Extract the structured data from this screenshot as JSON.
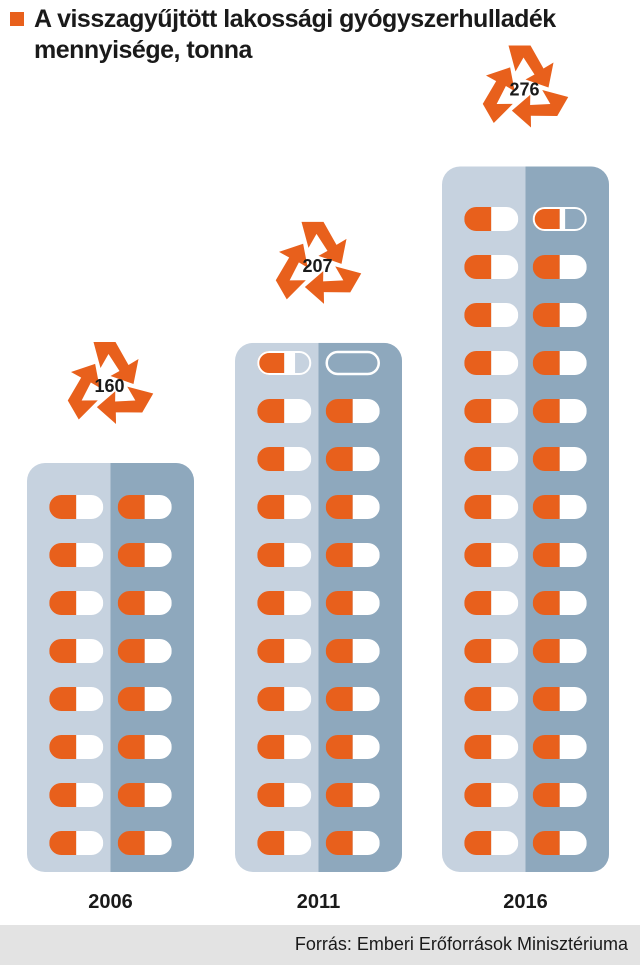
{
  "title": "A visszagyűjtött lakossági gyógyszerhulladék mennyisége, tonna",
  "source": "Forrás: Emberi Erőforrások Minisztériuma",
  "colors": {
    "accent": "#e8601c",
    "blister_left": "#c6d2df",
    "blister_right": "#8ea8bd",
    "pill_white": "#ffffff",
    "footer_bg": "#e3e3e3"
  },
  "chart_data": {
    "type": "bar",
    "categories": [
      "2006",
      "2011",
      "2016"
    ],
    "values": [
      160,
      207,
      276
    ],
    "value_labels": [
      "160",
      "207",
      "276"
    ],
    "ylabel": "tonna",
    "style": "pictogram: pill blister packs, recycle icon above each with value"
  }
}
